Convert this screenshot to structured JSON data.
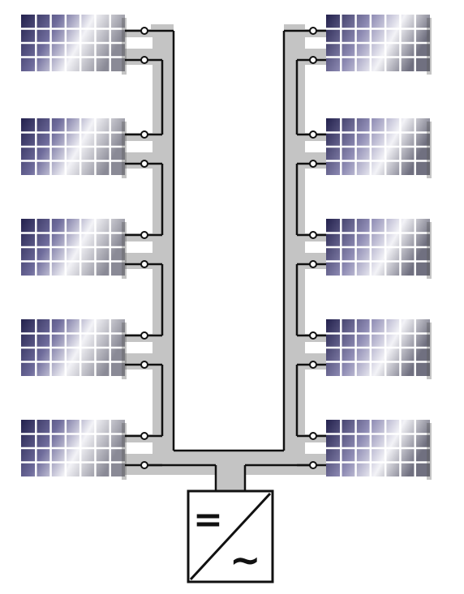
{
  "diagram": {
    "strings": [
      "left",
      "right"
    ],
    "panels_per_string": 5,
    "colors": {
      "bus_fill": "#c4c4c4",
      "wire": "#111111",
      "panel_dark": "#2c2a55",
      "panel_mid": "#7b78a6",
      "panel_light": "#f2f2f6",
      "panel_grid": "#ffffff"
    },
    "inverter": {
      "dc_symbol": "=",
      "ac_symbol": "~"
    }
  }
}
